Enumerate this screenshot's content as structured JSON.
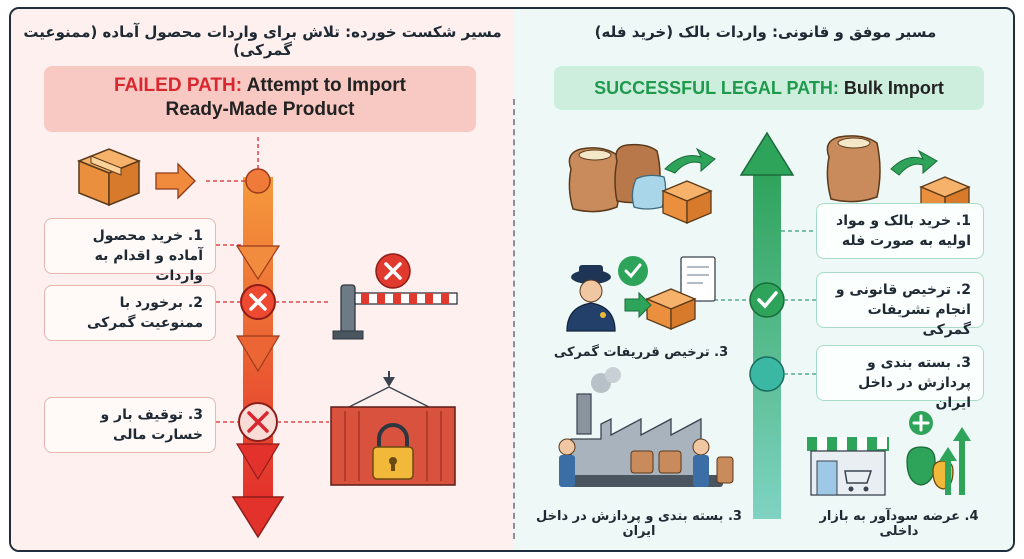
{
  "left": {
    "fa_title": "مسیر شکست خورده: تلاش برای واردات محصول آماده (ممنوعیت گمرکی)",
    "banner_highlight": "FAILED PATH:",
    "banner_text": "Attempt to Import",
    "banner_text_2": "Ready-Made Product",
    "steps": [
      {
        "text": "1. خرید محصول آماده و اقدام به واردات"
      },
      {
        "text": "2. برخورد با ممنوعیت گمرکی"
      },
      {
        "text": "3. توقیف بار و خسارت مالی"
      }
    ]
  },
  "right": {
    "fa_title": "مسیر موفق و قانونی: واردات بالک (خرید فله)",
    "banner_highlight": "SUCCESSFUL LEGAL PATH:",
    "banner_text": "Bulk Import",
    "steps": [
      {
        "text": "1. خرید بالک و مواد اولیه به صورت فله"
      },
      {
        "text": "2. ترخیص قانونی و انجام تشریفات گمرکی"
      },
      {
        "text": "3. بسته بندی و پردازش در داخل ایران"
      }
    ],
    "captions": {
      "customs": "3. ترخیص قرریفات گمرکی",
      "factory": "3. بسته بندی و پردازش در داخل ایران",
      "market": "4. عرضه سودآور به بازار داخلی"
    }
  },
  "colors": {
    "fail_red": "#e03a2f",
    "fail_orange": "#f08a3c",
    "ok_green": "#2ea35a",
    "ok_teal": "#35b4a0"
  }
}
